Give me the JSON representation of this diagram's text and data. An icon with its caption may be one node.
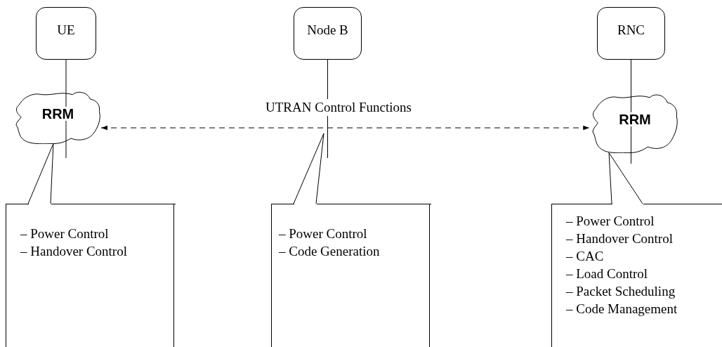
{
  "diagram": {
    "nodes": [
      {
        "text": [
          "UE"
        ]
      },
      {
        "text": [
          "Node B"
        ]
      },
      {
        "text": [
          "RNC"
        ]
      },
      {
        "text": [
          "RRM"
        ]
      },
      {
        "text": [
          "RRM"
        ]
      },
      {
        "text": [
          "– Power Control",
          "– Handover Control"
        ]
      },
      {
        "text": [
          "– Power Control",
          "– Code Generation"
        ]
      },
      {
        "text": [
          "– Power Control",
          "– Handover Control",
          "– CAC",
          "– Load Control",
          "– Packet Scheduling",
          "– Code Management"
        ]
      }
    ],
    "edges": [
      {
        "from": 0,
        "to": 3,
        "arrow": "none"
      },
      {
        "from": 1,
        "to": null,
        "arrow": "none"
      },
      {
        "from": 2,
        "to": 4,
        "arrow": "none"
      },
      {
        "from": 3,
        "to": 4,
        "arrow": "both",
        "label": "UTRAN Control Functions",
        "style": "dashed"
      },
      {
        "from": 5,
        "to": 3,
        "arrow": "none"
      },
      {
        "from": 6,
        "to": null,
        "arrow": "none"
      },
      {
        "from": 7,
        "to": 4,
        "arrow": "none"
      }
    ]
  }
}
